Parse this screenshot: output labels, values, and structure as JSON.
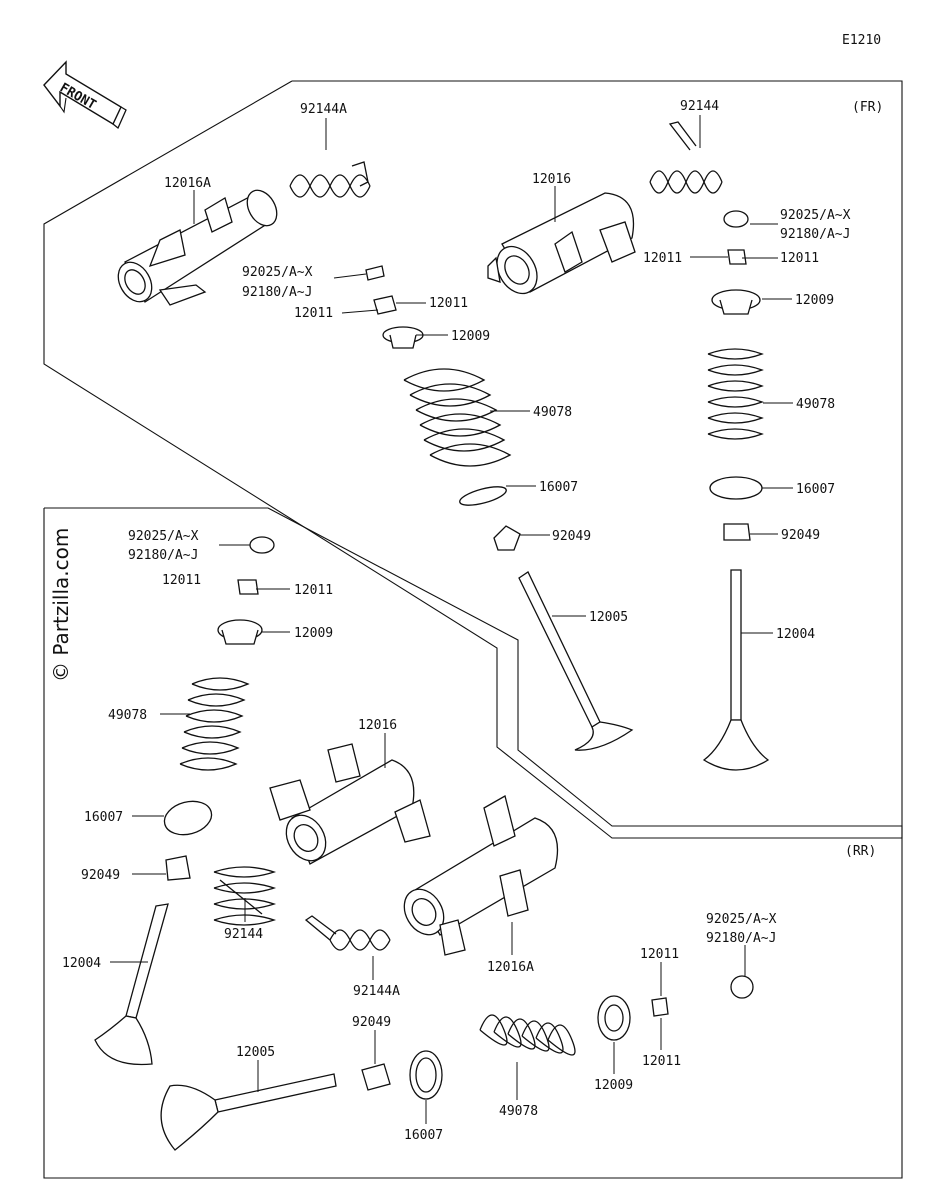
{
  "diagram_code": "E1210",
  "front_arrow": {
    "label": "FRONT",
    "icon": "front-arrow-icon"
  },
  "watermark": "© Partzilla.com",
  "sections": {
    "front": "(FR)",
    "rear": "(RR)"
  },
  "labels": {
    "fr_92144A": "92144A",
    "fr_12016A": "12016A",
    "fr_92144": "92144",
    "fr_12016": "12016",
    "fr_a_92025": "92025/A~X",
    "fr_a_92180": "92180/A~J",
    "fr_a_12011_r": "12011",
    "fr_a_12011_l": "12011",
    "fr_a_12009": "12009",
    "fr_a_49078": "49078",
    "fr_a_16007": "16007",
    "fr_a_92049": "92049",
    "fr_a_12005": "12005",
    "fr_b_92025": "92025/A~X",
    "fr_b_92180": "92180/A~J",
    "fr_b_12011_l": "12011",
    "fr_b_12011_r": "12011",
    "fr_b_12009": "12009",
    "fr_b_49078": "49078",
    "fr_b_16007": "16007",
    "fr_b_92049": "92049",
    "fr_b_12004": "12004",
    "rr_92025": "92025/A~X",
    "rr_92180": "92180/A~J",
    "rr_12011_l": "12011",
    "rr_12011_r": "12011",
    "rr_12009": "12009",
    "rr_49078": "49078",
    "rr_12016": "12016",
    "rr_16007": "16007",
    "rr_92049": "92049",
    "rr_92144": "92144",
    "rr_12004": "12004",
    "rr_92144A": "92144A",
    "rr_12016A": "12016A",
    "rr_b_92025": "92025/A~X",
    "rr_b_92180": "92180/A~J",
    "rr_b_12011_t": "12011",
    "rr_b_12011_b": "12011",
    "rr_b_12009": "12009",
    "rr_b_49078": "49078",
    "rr_b_16007": "16007",
    "rr_b_92049": "92049",
    "rr_b_12005": "12005"
  }
}
